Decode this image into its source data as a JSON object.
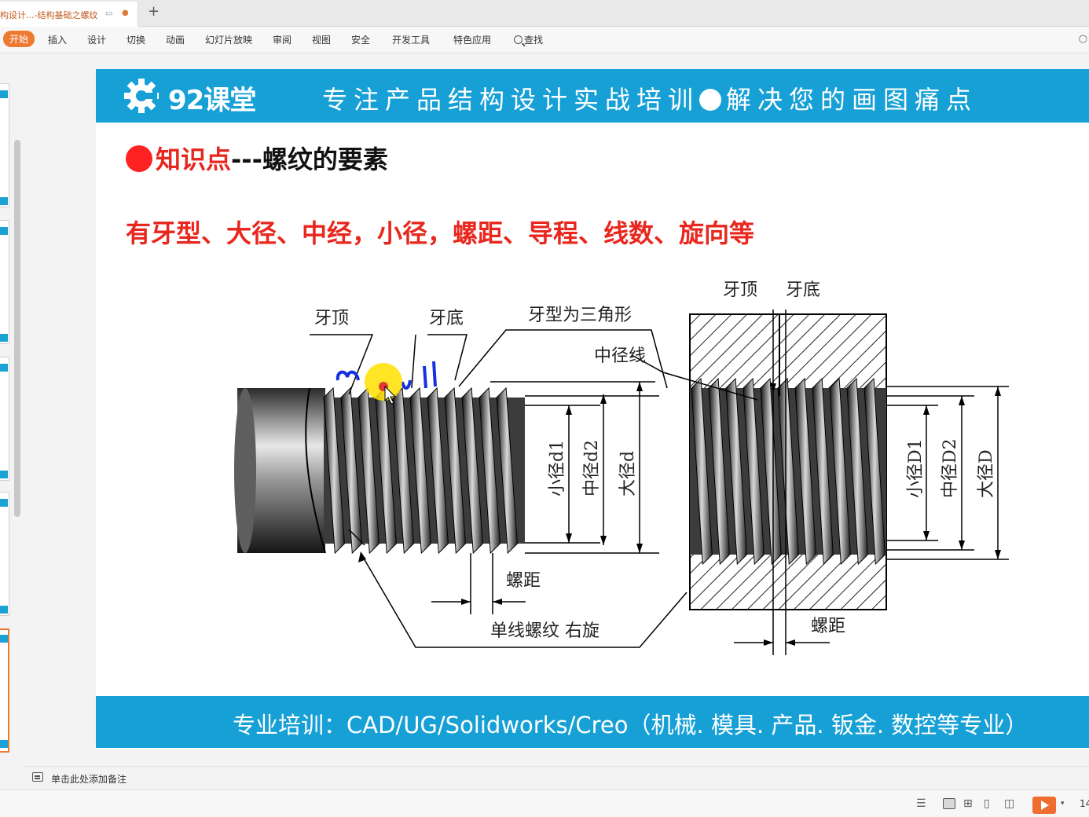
{
  "tabs": {
    "doc_title": "构设计...-结构基础之螺纹",
    "new_tab": "+"
  },
  "menu": {
    "items": [
      "开始",
      "插入",
      "设计",
      "切换",
      "动画",
      "幻灯片放映",
      "审阅",
      "视图",
      "安全",
      "开发工具",
      "特色应用"
    ],
    "search_label": "查找"
  },
  "slide": {
    "logo_text": "92课堂",
    "slogan_left": "专注产品结构设计实战培训",
    "slogan_right": "解决您的画图痛点",
    "kp_red": "知识点",
    "kp_black": "---螺纹的要素",
    "elements_line": "有牙型、大径、中经，小径，螺距、导程、线数、旋向等",
    "footer": "专业培训：CAD/UG/Solidworks/Creo（机械. 模具. 产品. 钣金. 数控等专业）"
  },
  "diagram": {
    "labels": {
      "crest_left": "牙顶",
      "root_left": "牙底",
      "profile": "牙型为三角形",
      "pitch_line": "中径线",
      "crest_right": "牙顶",
      "root_right": "牙底",
      "minor_d": "小径d1",
      "pitch_d": "中径d2",
      "major_d": "大径d",
      "minor_D": "小径D1",
      "pitch_D": "中径D2",
      "major_D": "大径D",
      "pitch_left": "螺距",
      "single_right": "单线螺纹  右旋",
      "pitch_right": "螺距"
    }
  },
  "notes": {
    "placeholder": "单击此处添加备注"
  },
  "status": {
    "zoom": "14"
  },
  "colors": {
    "accent": "#16a0d6",
    "red": "#e8271e",
    "orange": "#ee7a32"
  }
}
